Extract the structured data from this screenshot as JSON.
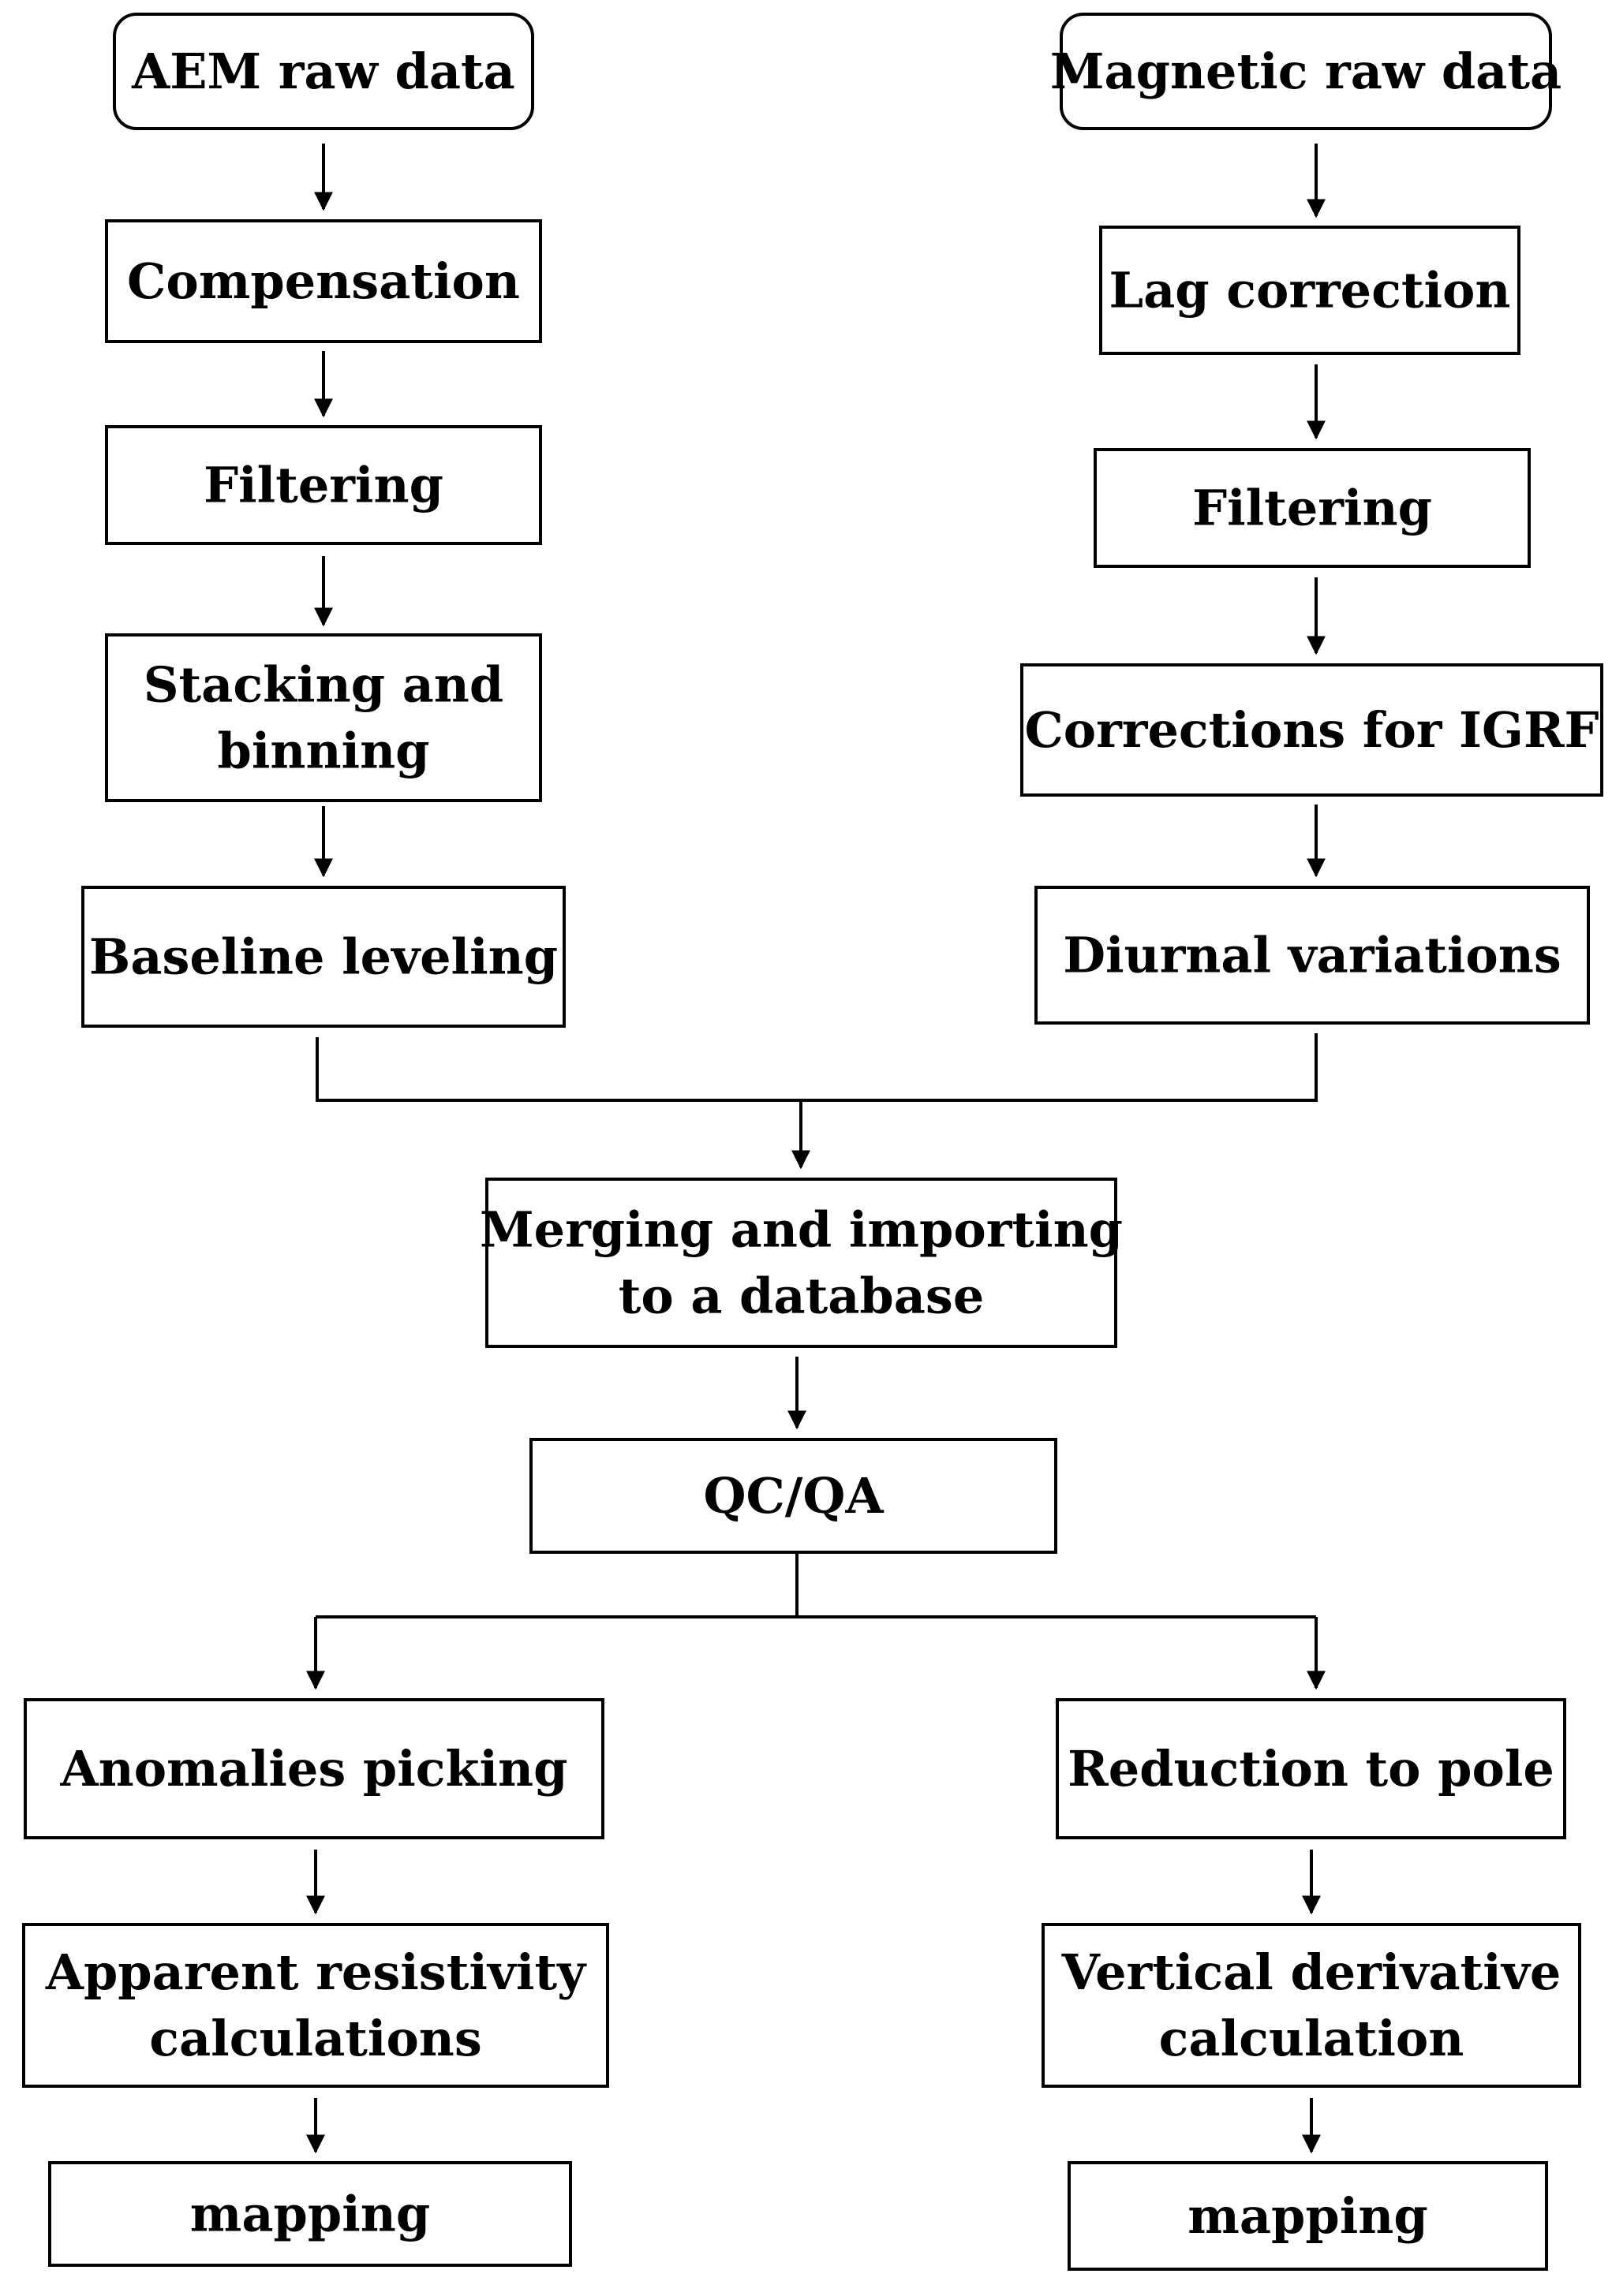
{
  "diagram": {
    "nodes": {
      "aem_raw": [
        "AEM raw data"
      ],
      "compensation": [
        "Compensation"
      ],
      "filtering_left": [
        "Filtering"
      ],
      "stacking": [
        "Stacking and",
        "binning"
      ],
      "baseline": [
        "Baseline leveling"
      ],
      "mag_raw": [
        "Magnetic raw data"
      ],
      "lag": [
        "Lag correction"
      ],
      "filtering_right": [
        "Filtering"
      ],
      "igrf": [
        "Corrections for IGRF"
      ],
      "diurnal": [
        "Diurnal variations"
      ],
      "merging": [
        "Merging and importing",
        "to a database"
      ],
      "qcqa": [
        "QC/QA"
      ],
      "anomalies": [
        "Anomalies picking"
      ],
      "apparent": [
        "Apparent resistivity",
        "calculations"
      ],
      "mapping_left": [
        "mapping"
      ],
      "reduction": [
        "Reduction to pole"
      ],
      "vertical": [
        "Vertical derivative",
        "calculation"
      ],
      "mapping_right": [
        "mapping"
      ]
    },
    "colors": {
      "stroke": "#000000",
      "fill": "#ffffff",
      "text": "#000000"
    }
  }
}
